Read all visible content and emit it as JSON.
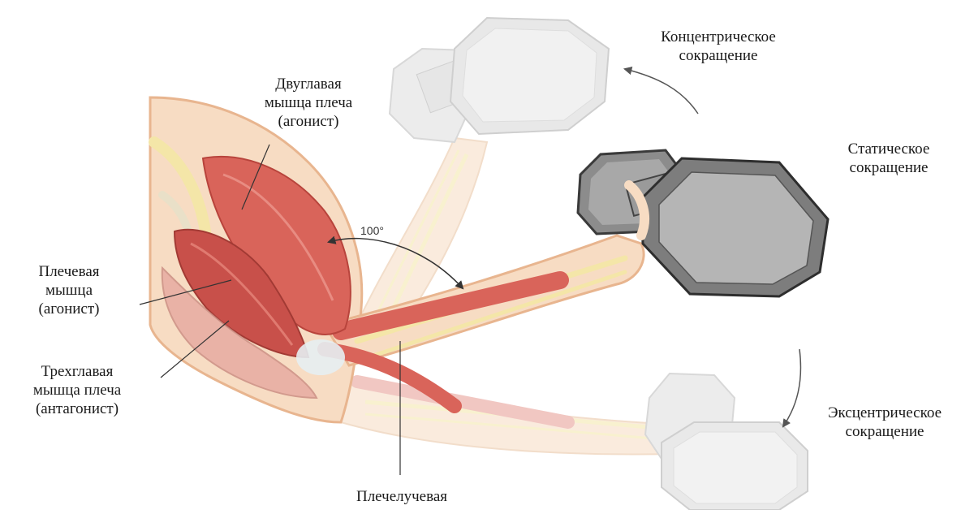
{
  "labels": {
    "biceps": [
      "Двуглавая",
      "мышца плеча",
      "(агонист)"
    ],
    "brachialis": [
      "Плечевая",
      "мышца",
      "(агонист)"
    ],
    "triceps": [
      "Трехглавая",
      "мышца плеча",
      "(антагонист)"
    ],
    "brachioradialis": [
      "Плечелучевая"
    ],
    "concentric": [
      "Концентрическое",
      "сокращение"
    ],
    "static": [
      "Статическое",
      "сокращение"
    ],
    "eccentric": [
      "Эксцентрическое",
      "сокращение"
    ],
    "angle": "100°"
  },
  "colors": {
    "skin": "#f7dcc3",
    "skin_edge": "#e8b58f",
    "muscle": "#d9645a",
    "muscle_dark": "#b8443c",
    "tendon": "#f4e6a8",
    "dumbbell_active": "#9a9a9a",
    "dumbbell_faded": "#e4e4e4",
    "arrow": "#555555"
  }
}
